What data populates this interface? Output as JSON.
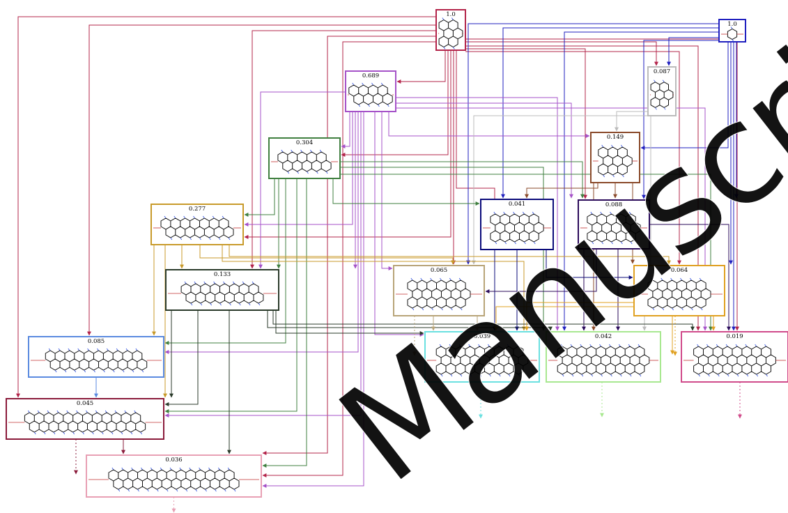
{
  "watermark": "Manuscript",
  "nodes": [
    {
      "id": "n1a",
      "label": "1.0",
      "color": "#b3244a"
    },
    {
      "id": "n1b",
      "label": "1.0",
      "color": "#1f1fbf"
    },
    {
      "id": "n087",
      "label": "0.087",
      "color": "#bbbbbb"
    },
    {
      "id": "n689",
      "label": "0.689",
      "color": "#a552c8"
    },
    {
      "id": "n149",
      "label": "0.149",
      "color": "#8a4a2a"
    },
    {
      "id": "n304",
      "label": "0.304",
      "color": "#3f7f3f"
    },
    {
      "id": "n041",
      "label": "0.041",
      "color": "#0a0a7a"
    },
    {
      "id": "n088",
      "label": "0.088",
      "color": "#2a0a5a"
    },
    {
      "id": "n277",
      "label": "0.277",
      "color": "#c89a2a"
    },
    {
      "id": "n133",
      "label": "0.133",
      "color": "#2a3a2a"
    },
    {
      "id": "n065",
      "label": "0.065",
      "color": "#b8a478"
    },
    {
      "id": "n064",
      "label": "0.064",
      "color": "#e0a020"
    },
    {
      "id": "n085",
      "label": "0.085",
      "color": "#5a8ae0"
    },
    {
      "id": "n039",
      "label": "0.039",
      "color": "#6ae0e0"
    },
    {
      "id": "n042",
      "label": "0.042",
      "color": "#a8e890"
    },
    {
      "id": "n019",
      "label": "0.019",
      "color": "#d04a8a"
    },
    {
      "id": "n045",
      "label": "0.045",
      "color": "#8a1a3a"
    },
    {
      "id": "n036",
      "label": "0.036",
      "color": "#e8a0b4"
    }
  ]
}
